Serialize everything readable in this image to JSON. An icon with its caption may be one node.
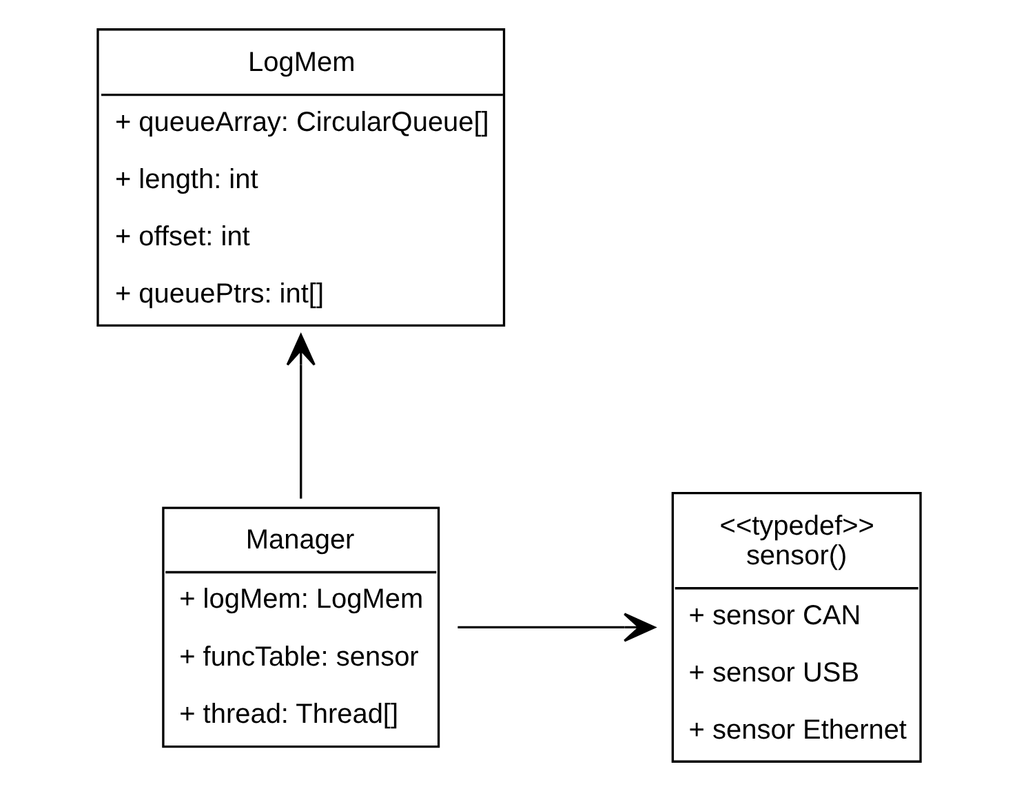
{
  "diagram": {
    "nodes": [
      {
        "text": [
          "LogMem",
          "+ queueArray: CircularQueue[]",
          "+ length: int",
          "+ offset: int",
          "+ queuePtrs: int[]"
        ]
      },
      {
        "text": [
          "Manager",
          "+ logMem: LogMem",
          "+ funcTable: sensor",
          "+ thread: Thread[]"
        ]
      },
      {
        "text": [
          "<<typedef>>",
          "sensor()",
          "+ sensor CAN",
          "+ sensor USB",
          "+ sensor Ethernet"
        ]
      }
    ],
    "edges": [
      {
        "from": 1,
        "to": 0,
        "arrow": "to"
      },
      {
        "from": 1,
        "to": 2,
        "arrow": "to"
      }
    ]
  }
}
